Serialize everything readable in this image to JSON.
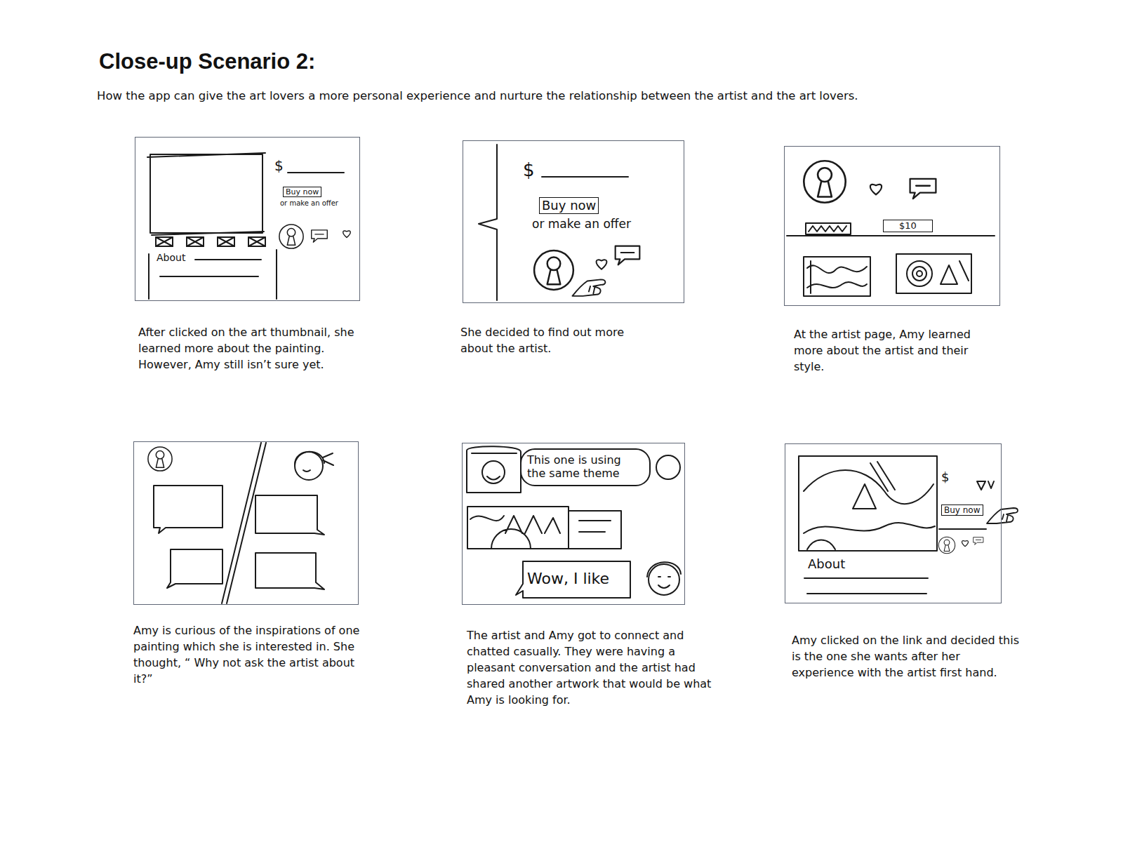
{
  "diagram": {
    "title": "Close-up Scenario 2:",
    "nodes": [
      {
        "text": [
          "$",
          "Buy now",
          "or make an offer",
          "About",
          "After clicked on the art thumbnail, she learned more about the painting. However, Amy still isn’t sure yet."
        ]
      },
      {
        "text": [
          "$",
          "Buy now",
          "or make an offer",
          "She decided to find out more about the artist."
        ]
      },
      {
        "text": [
          "$10",
          "At the artist page, Amy learned more about the artist and their style."
        ]
      },
      {
        "text": [
          "Amy is curious of the inspirations of one painting which she is interested in. She thought, “ Why not ask the artist about it?”"
        ]
      },
      {
        "text": [
          "This one is using the same theme",
          "Wow, I like",
          "The artist and Amy got to connect and chatted casually. They were having a pleasant conversation and the artist had shared another artwork that would be what Amy is looking for."
        ]
      },
      {
        "text": [
          "$",
          "Buy now",
          "About",
          "Amy clicked on the link and decided this is the one she wants after her experience with the artist first hand."
        ]
      }
    ],
    "labels": [
      "How the app can give the art lovers a more personal experience and nurture the relationship between the artist and the art lovers."
    ]
  }
}
